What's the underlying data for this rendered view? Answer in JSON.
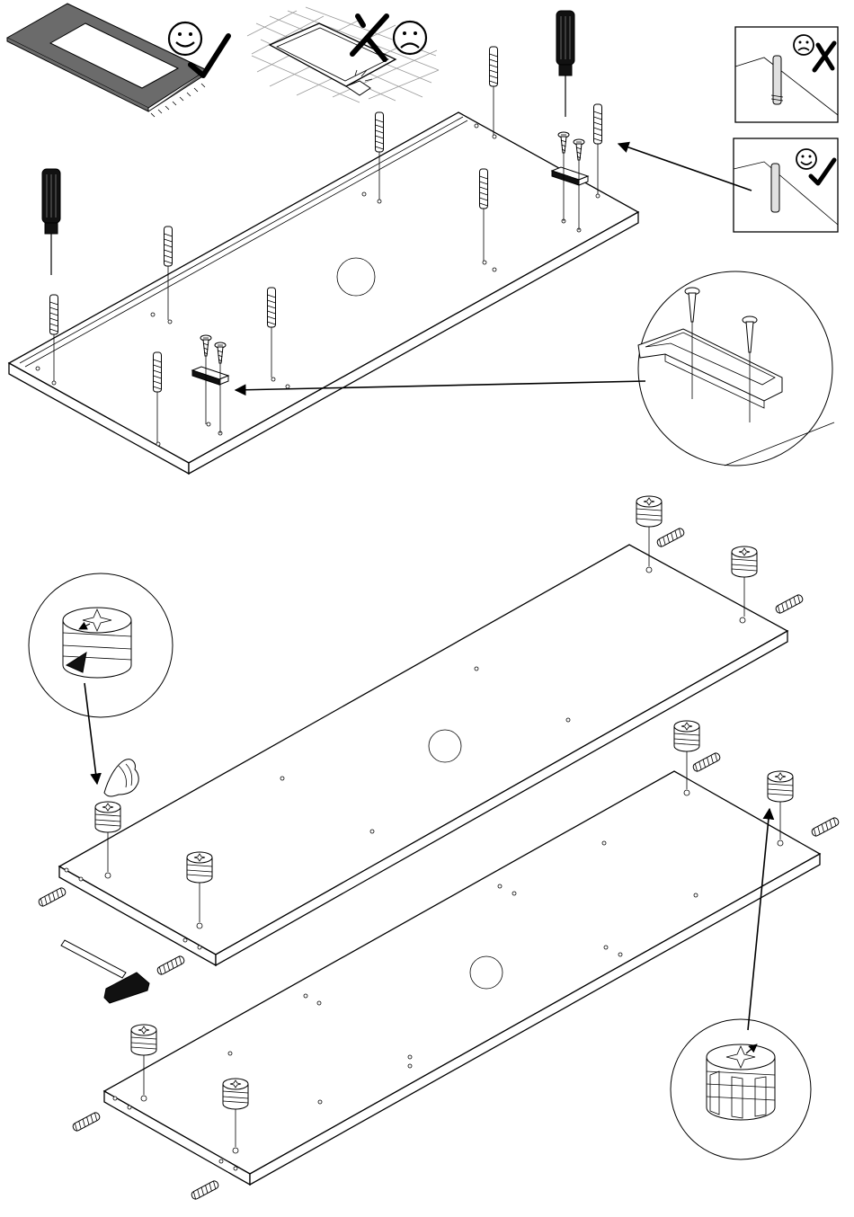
{
  "page": {
    "background": "#ffffff",
    "line_color": "#000000"
  },
  "icons": [
    "good-surface-rug-icon",
    "smiley-face-icon",
    "checkmark-icon",
    "bad-surface-tiles-icon",
    "cross-mark-icon",
    "sad-face-icon",
    "screwdriver-icon",
    "hammer-icon",
    "hand-icon",
    "wooden-dowel-icon",
    "cam-lock-icon",
    "cam-bolt-icon",
    "screw-icon",
    "drawer-runner-bracket-icon",
    "detail-magnifier-icon",
    "arrow-icon"
  ],
  "steps": [
    {
      "id": "step-1",
      "parts": [
        "wooden-dowel",
        "screw",
        "drawer-runner-bracket"
      ],
      "tool": "screwdriver"
    },
    {
      "id": "step-2",
      "parts": [
        "cam-lock",
        "cam-bolt"
      ],
      "tool": "hammer"
    }
  ],
  "callouts": [
    {
      "id": "dowel-incorrect",
      "verdict": "sad-face-icon",
      "mark": "cross-mark-icon"
    },
    {
      "id": "dowel-correct",
      "verdict": "smiley-face-icon",
      "mark": "checkmark-icon"
    },
    {
      "id": "bracket-detail"
    },
    {
      "id": "cam-lock-arrow-detail-left"
    },
    {
      "id": "cam-lock-arrow-detail-right"
    }
  ]
}
